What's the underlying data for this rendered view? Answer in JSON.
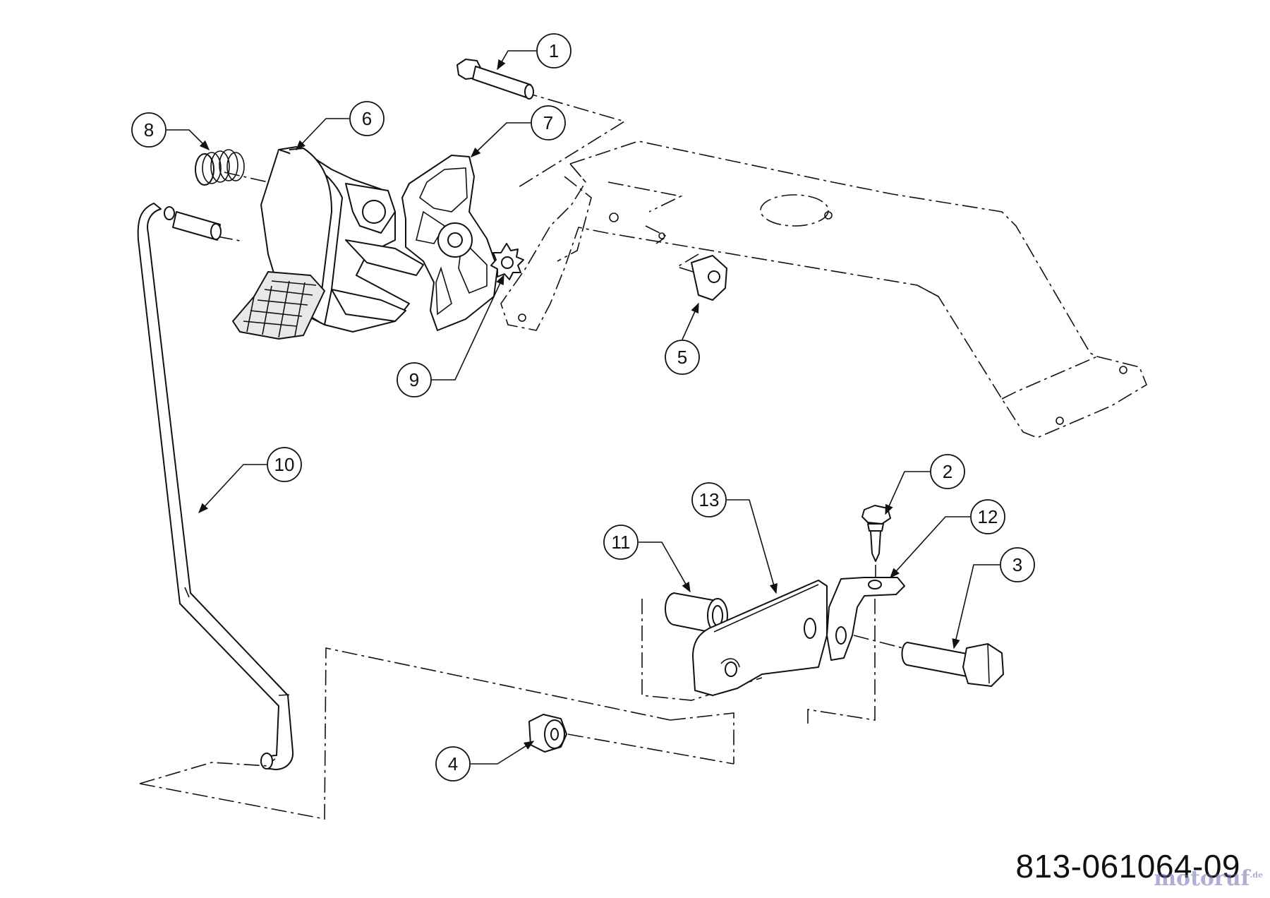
{
  "drawing_number": "813-061064-09",
  "watermark": {
    "text": "motoruf",
    "suffix": ".de"
  },
  "callouts": [
    {
      "id": "1",
      "label": "1"
    },
    {
      "id": "2",
      "label": "2"
    },
    {
      "id": "3",
      "label": "3"
    },
    {
      "id": "4",
      "label": "4"
    },
    {
      "id": "5",
      "label": "5"
    },
    {
      "id": "6",
      "label": "6"
    },
    {
      "id": "7",
      "label": "7"
    },
    {
      "id": "8",
      "label": "8"
    },
    {
      "id": "9",
      "label": "9"
    },
    {
      "id": "10",
      "label": "10"
    },
    {
      "id": "11",
      "label": "11"
    },
    {
      "id": "12",
      "label": "12"
    },
    {
      "id": "13",
      "label": "13"
    }
  ]
}
